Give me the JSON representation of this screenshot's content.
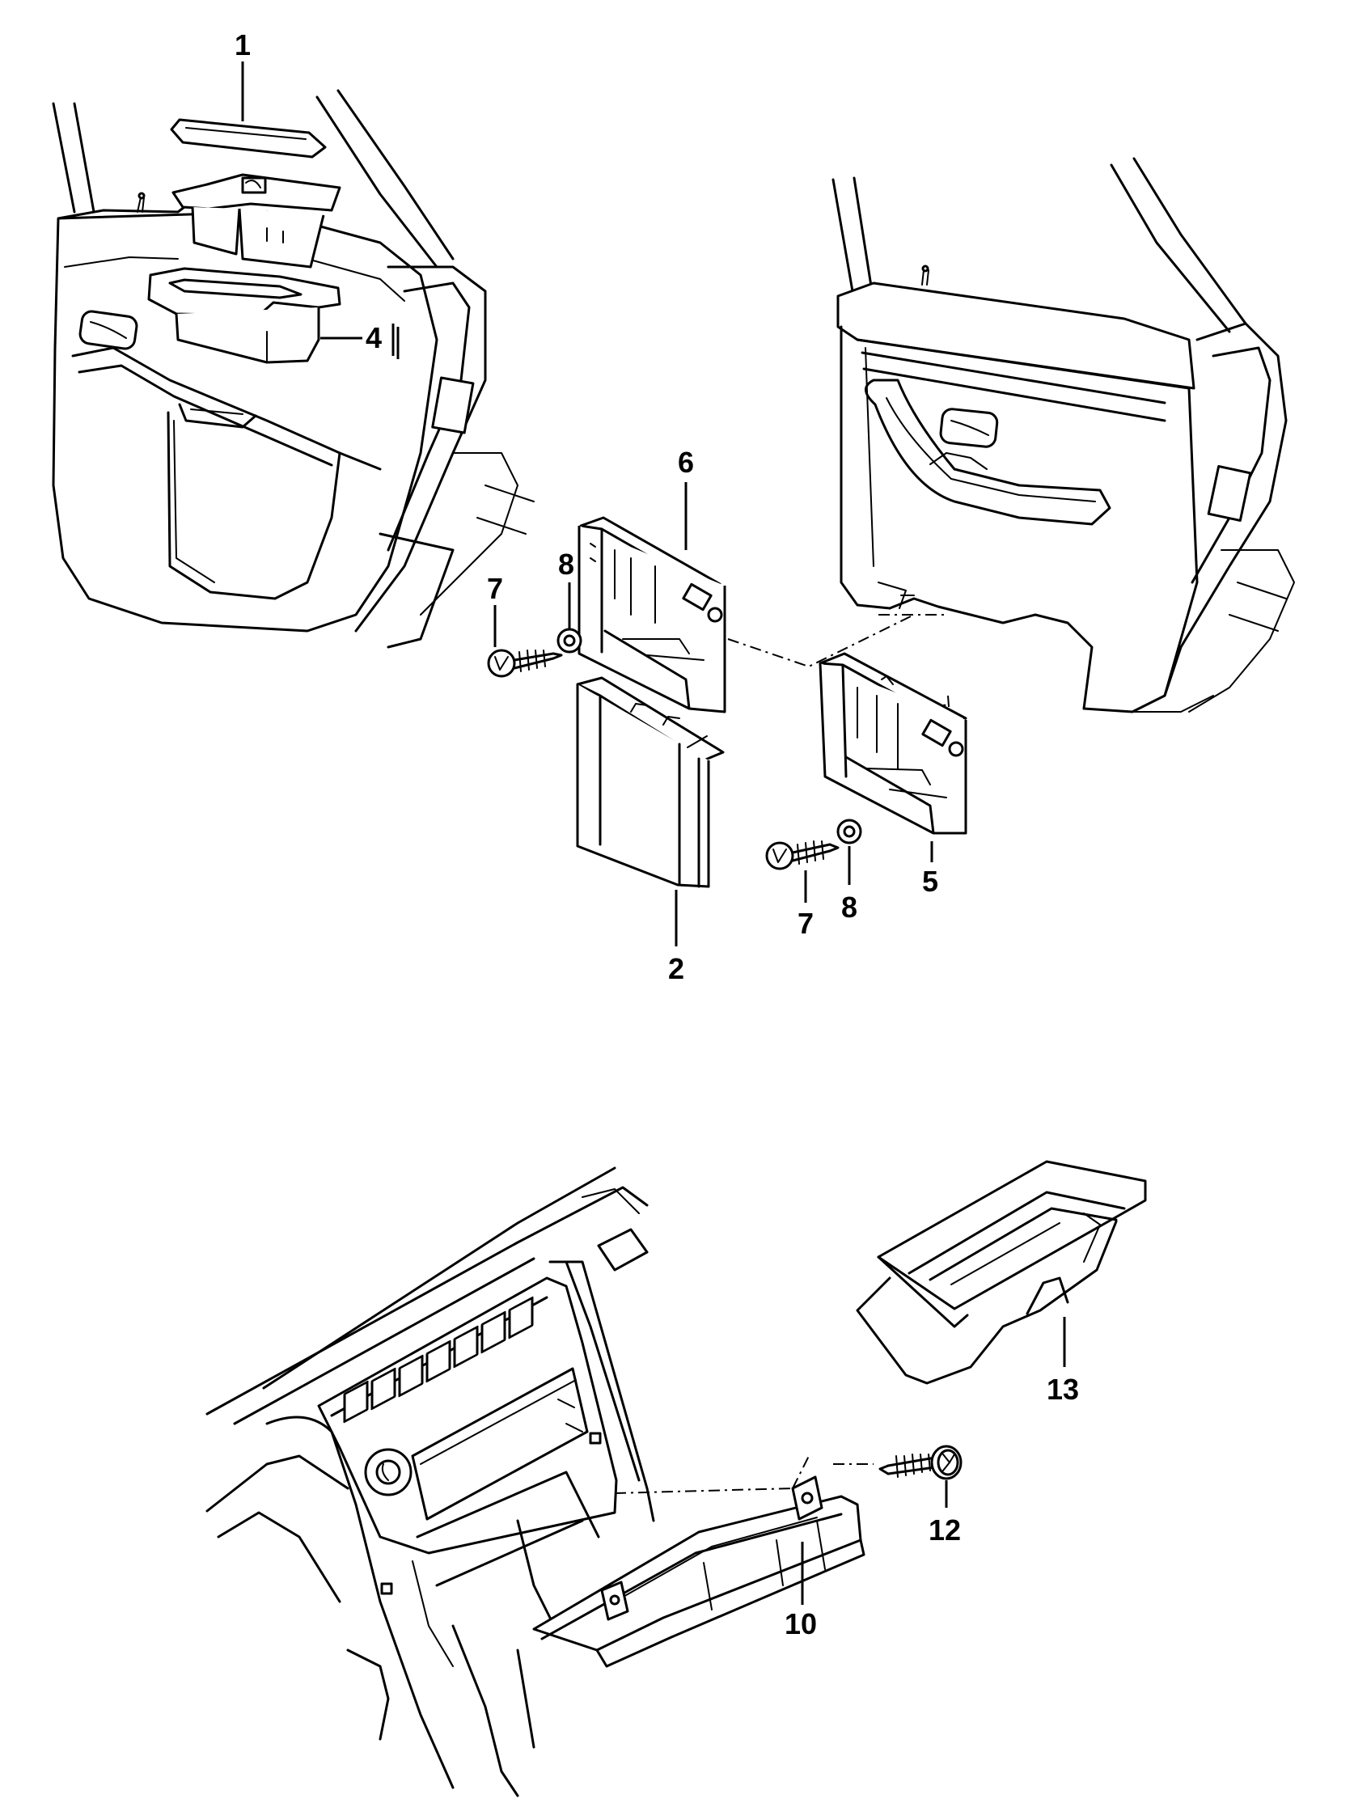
{
  "callouts": [
    {
      "id": "c1",
      "label": "1"
    },
    {
      "id": "c4",
      "label": "4"
    },
    {
      "id": "c6",
      "label": "6"
    },
    {
      "id": "c7a",
      "label": "7"
    },
    {
      "id": "c8a",
      "label": "8"
    },
    {
      "id": "c2",
      "label": "2"
    },
    {
      "id": "c7b",
      "label": "7"
    },
    {
      "id": "c8b",
      "label": "8"
    },
    {
      "id": "c5",
      "label": "5"
    },
    {
      "id": "c13",
      "label": "13"
    },
    {
      "id": "c12",
      "label": "12"
    },
    {
      "id": "c10",
      "label": "10"
    }
  ]
}
